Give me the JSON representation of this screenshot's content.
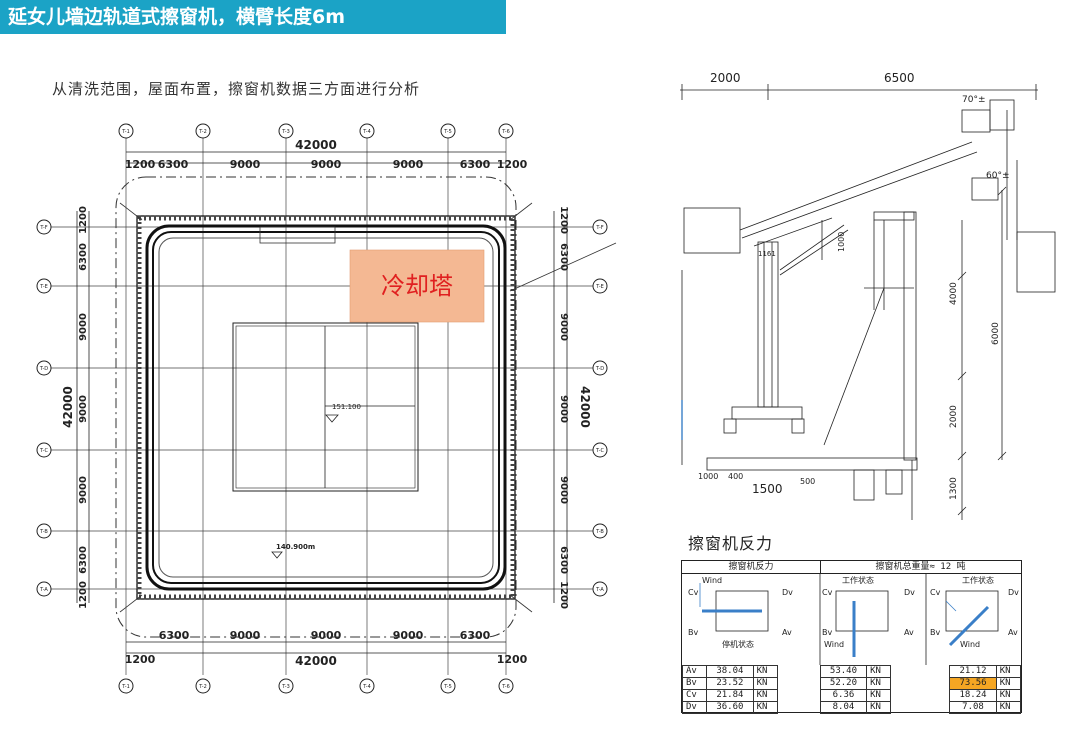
{
  "banner": {
    "title": "延女儿墙边轨道式擦窗机，横臂长度6m"
  },
  "subtitle": "从清洗范围，屋面布置，擦窗机数据三方面进行分析",
  "plan": {
    "axes_top": [
      "T-1",
      "T-2",
      "T-3",
      "T-4",
      "T-5",
      "T-6"
    ],
    "axes_side": [
      "T-F",
      "T-E",
      "T-D",
      "T-C",
      "T-B",
      "T-A"
    ],
    "dim_total": "42000",
    "dim_total_side_left": "42000",
    "dim_total_side_right": "42000",
    "dims_top": [
      "1200",
      "6300",
      "9000",
      "9000",
      "9000",
      "6300",
      "1200"
    ],
    "dims_left": [
      "1200",
      "6300",
      "9000",
      "9000",
      "9000",
      "6300",
      "1200"
    ],
    "dims_right": [
      "1200",
      "6300",
      "9000",
      "9000",
      "9000",
      "6300",
      "1200"
    ],
    "cooling_tower": "冷却塔",
    "level_1": "151.100",
    "level_2": "140.900m"
  },
  "elevation": {
    "dim_2000": "2000",
    "dim_6500": "6500",
    "dim_1500": "1500",
    "dim_1000": "1000",
    "dim_400": "400",
    "dim_500": "500",
    "dim_4000": "4000",
    "dim_6000": "6000",
    "dim_2000v": "2000",
    "dim_1300": "1300",
    "dim_1000v": "1000",
    "angle_1": "70°±",
    "angle_2": "60°±",
    "small_label": "1161"
  },
  "reaction": {
    "title": "擦窗机反力",
    "header_left": "擦窗机反力",
    "header_right": "擦窗机总重量≈ 12 吨",
    "state_work": "工作状态",
    "state_stop": "停机状态",
    "wind": "Wind",
    "labels": [
      "Av",
      "Bv",
      "Cv",
      "Dv"
    ],
    "unit": "KN",
    "stop_values": [
      "38.04",
      "23.52",
      "21.84",
      "36.60"
    ],
    "work1_values": [
      "53.40",
      "52.20",
      "6.36",
      "8.04"
    ],
    "work2_values": [
      "21.12",
      "73.56",
      "18.24",
      "7.08"
    ]
  },
  "colors": {
    "banner": "#1ba3c6",
    "cooling_tower": "#f4b893",
    "highlight": "#f5a623",
    "arm_blue": "#3a7fc8"
  }
}
